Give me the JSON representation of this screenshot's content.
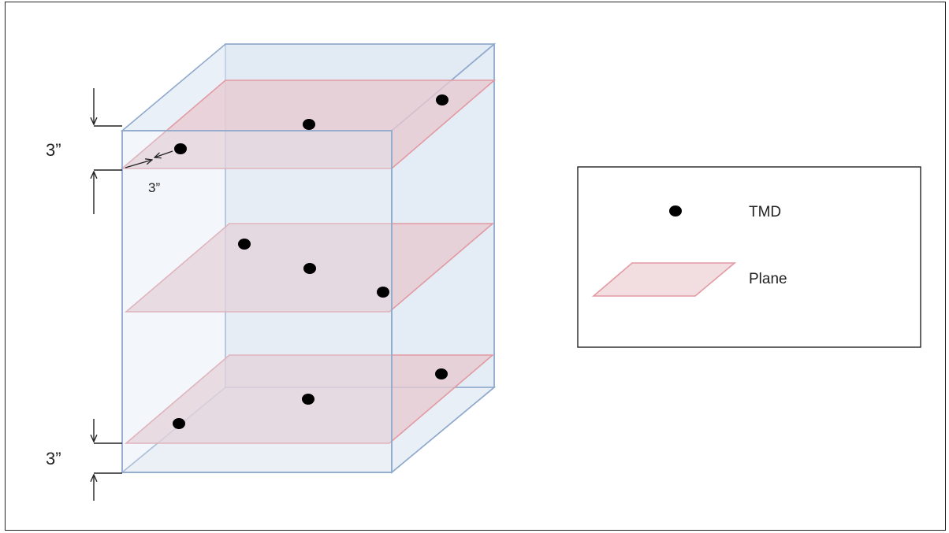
{
  "labels": {
    "top_offset": "3”",
    "edge_offset": "3”",
    "bottom_offset": "3”"
  },
  "legend": {
    "items": [
      {
        "label": "TMD",
        "symbol": "filled-black-dot"
      },
      {
        "label": "Plane",
        "symbol": "pink-parallelogram"
      }
    ]
  },
  "colors": {
    "box_face": "#dce6f2",
    "box_edge": "#8fa9cc",
    "plane_fill": "#e8c8cf",
    "plane_edge": "#e29aa2",
    "tmd_dot": "#000000",
    "frame": "#222222"
  }
}
